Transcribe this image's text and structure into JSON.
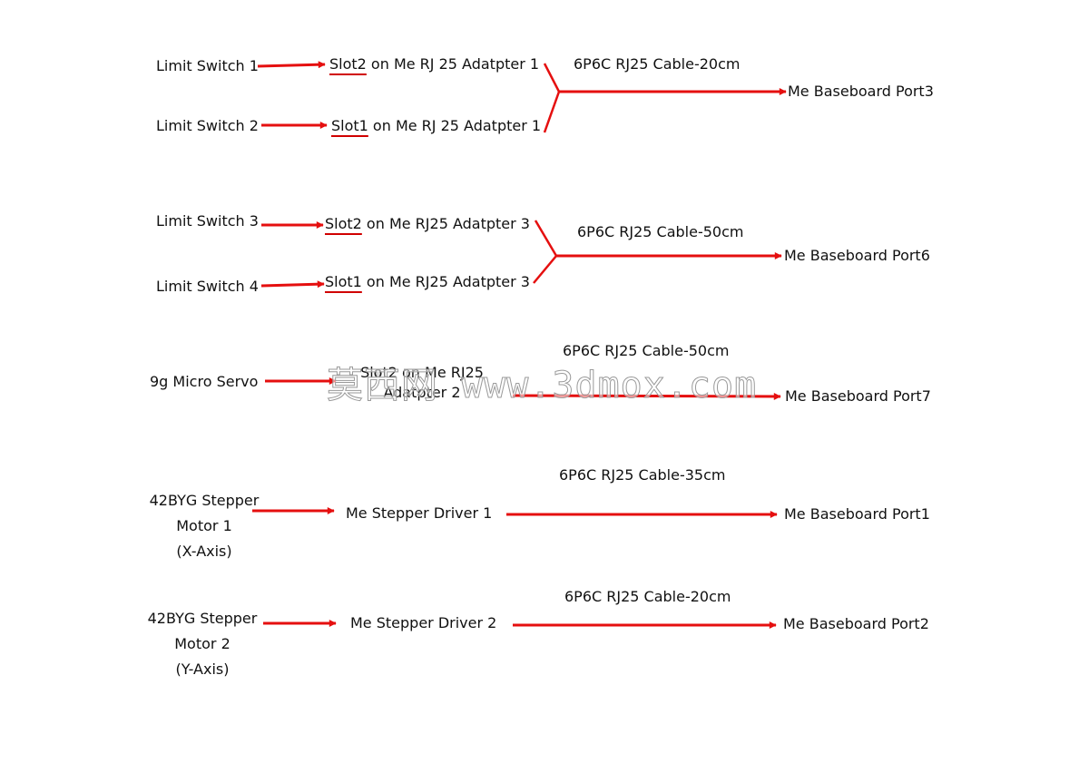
{
  "colors": {
    "wire": "#e50f0f",
    "text": "#111111"
  },
  "group1": {
    "source1": "Limit Switch 1",
    "source2": "Limit Switch 2",
    "slot_a_num": "Slot2",
    "slot_a_rest": " on Me RJ 25 Adatpter 1",
    "slot_b_num": "Slot1",
    "slot_b_rest": " on Me RJ 25 Adatpter 1",
    "cable": "6P6C RJ25 Cable-20cm",
    "target": "Me Baseboard Port3"
  },
  "group2": {
    "source1": "Limit Switch 3",
    "source2": "Limit Switch 4",
    "slot_a_num": "Slot2",
    "slot_a_rest": " on Me RJ25 Adatpter 3",
    "slot_b_num": "Slot1",
    "slot_b_rest": " on Me RJ25 Adatpter 3",
    "cable": "6P6C RJ25 Cable-50cm",
    "target": "Me Baseboard Port6"
  },
  "group3": {
    "source": "9g Micro Servo",
    "adapter_line1": "Slot2 on Me RJ25",
    "adapter_line2": "Adatpter 2",
    "cable": "6P6C RJ25 Cable-50cm",
    "target": "Me Baseboard Port7"
  },
  "group4": {
    "source_line1": "42BYG Stepper",
    "source_line2": "Motor 1",
    "source_line3": "(X-Axis)",
    "driver": "Me Stepper Driver 1",
    "cable": "6P6C RJ25 Cable-35cm",
    "target": "Me Baseboard Port1"
  },
  "group5": {
    "source_line1": "42BYG Stepper",
    "source_line2": "Motor 2",
    "source_line3": "(Y-Axis)",
    "driver": "Me Stepper Driver 2",
    "cable": "6P6C RJ25 Cable-20cm",
    "target": "Me Baseboard Port2"
  },
  "watermark": "莫西网 www.3dmox.com"
}
